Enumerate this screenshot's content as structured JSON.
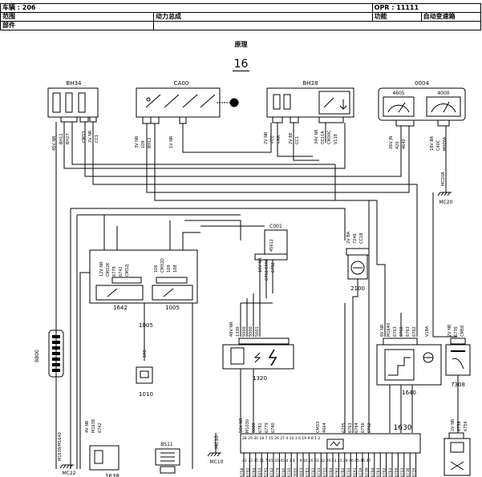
{
  "header": {
    "vehicle": "车辆 : 206",
    "opr": "OPR : 11111",
    "scope_label": "范围",
    "scope_value": "动力总成",
    "function_label": "功能",
    "function_value": "自动变速箱",
    "part_label": "部件"
  },
  "caption": "原理",
  "page_number": "16",
  "components": {
    "bh34": "BH34",
    "ca00": "CA00",
    "bh28": "BH28",
    "c0004": "0004",
    "c4605": "4605",
    "c4000": "4000",
    "c001": "C001",
    "c1642": "1642",
    "c1005": "1005",
    "c1005b": "1005",
    "c2100": "2100",
    "c1320": "1320",
    "c1640": "1640",
    "c7308": "7308",
    "c1010": "1010",
    "bb00": "BB00",
    "mc22": "MC22",
    "bs11": "BS11",
    "mc10": "MC10",
    "mc10b": "MC10",
    "c1630": "1630",
    "c1638": "1638",
    "mc20": "MC20",
    "mc20a": "MC20A"
  },
  "wire_labels": {
    "bh34_a": "45V NR",
    "bh34_b": "BH12",
    "bh34_c": "BH27",
    "bh34_d": "CM33",
    "bh34_e": "2V NR",
    "bh34_f": "CC1",
    "ca00_a": "3V NR",
    "ca00_b": "109",
    "ca00_c": "BH12",
    "ca00_d": "1V NR",
    "bh28_a": "2V NR",
    "bh28_b": "+CC",
    "bh28_c": "+AA",
    "bh28_d": "2V BE",
    "bh28_e": "CC1",
    "bh28_f": "34V NR",
    "bh28_g": "CC11A",
    "bh28_h": "CM30C",
    "bh28_i": "V118",
    "c4605_a": "26V JN",
    "c4605_b": "420",
    "c4605_c": "4640",
    "c4000_a": "18V BA",
    "c4000_b": "C40C",
    "c4000_c": "M000A",
    "c001_a": "16V NR",
    "c001_b": "45612",
    "c001_c": "6750/6006",
    "c001_d": "6792",
    "c2100_a": "2V BA",
    "c2100_b": "7246",
    "c2100_c": "CC1B",
    "c1642_a": "12V NR",
    "c1642_b": "CM32K",
    "c1642_c": "6779",
    "c1642_d": "6742",
    "c1642_e": "CM32J",
    "c1005_a": "106",
    "c1005_b": "CM32D",
    "c1005_c": "109",
    "c1005_d": "108",
    "c1320_a": "48V NR",
    "c1320_b": "1330",
    "c1320_c": "5000",
    "c1320_d": "5000",
    "c1320_e": "5001",
    "c1640_a": "6V NR",
    "c1640_b": "M1640",
    "c1640_c": "6763",
    "c1640_d": "6762",
    "c1640_e": "6763",
    "c1640_f": "6762",
    "c1640_g": "V18A",
    "c7308_a": "2V NR",
    "c7308_b": "6735",
    "c7308_c": "CM58",
    "c1638_a": "4V NR",
    "c1638_b": "M1638",
    "c1638_c": "6742",
    "mc22_a": "M1638/M1640",
    "c1010_a": "100",
    "c1630_a": "56V NR",
    "c1630_b": "M1030",
    "c1630_c": "9000",
    "c1630_d": "6781",
    "c1630_e": "6779",
    "c1630_f": "6740",
    "c1630_g": "CM33",
    "c1630_h": "4664",
    "c1630_i": "6735",
    "c1630_j": "6763",
    "c1630_k": "6764",
    "c1630_l": "6756",
    "c1630_m": "6762",
    "c1630r_a": "2V NR",
    "c1630r_b": "6756",
    "c1630r_c": "6756"
  },
  "bottom_wire_numbers": [
    "6756",
    "6792",
    "6794",
    "6251",
    "6741",
    "6742",
    "6779",
    "6740",
    "6735",
    "9000",
    "9001",
    "6781",
    "6741",
    "6733",
    "6731",
    "6764",
    "6763",
    "6762",
    "6731",
    "6241",
    "6739",
    "6736",
    "6764",
    "6763",
    "6762",
    "6761",
    "6756",
    "6733",
    "6736",
    "6734"
  ],
  "pin_strip_upper": "28 29 30 18 7 15 26 27 4 14 3 6 19 9 8 1 2",
  "pin_strip_lower": "42 33 35 31 7 45 35 45 4 3 8 1 9 10 20 31 32 29 23 25 24 46 45 45 47"
}
